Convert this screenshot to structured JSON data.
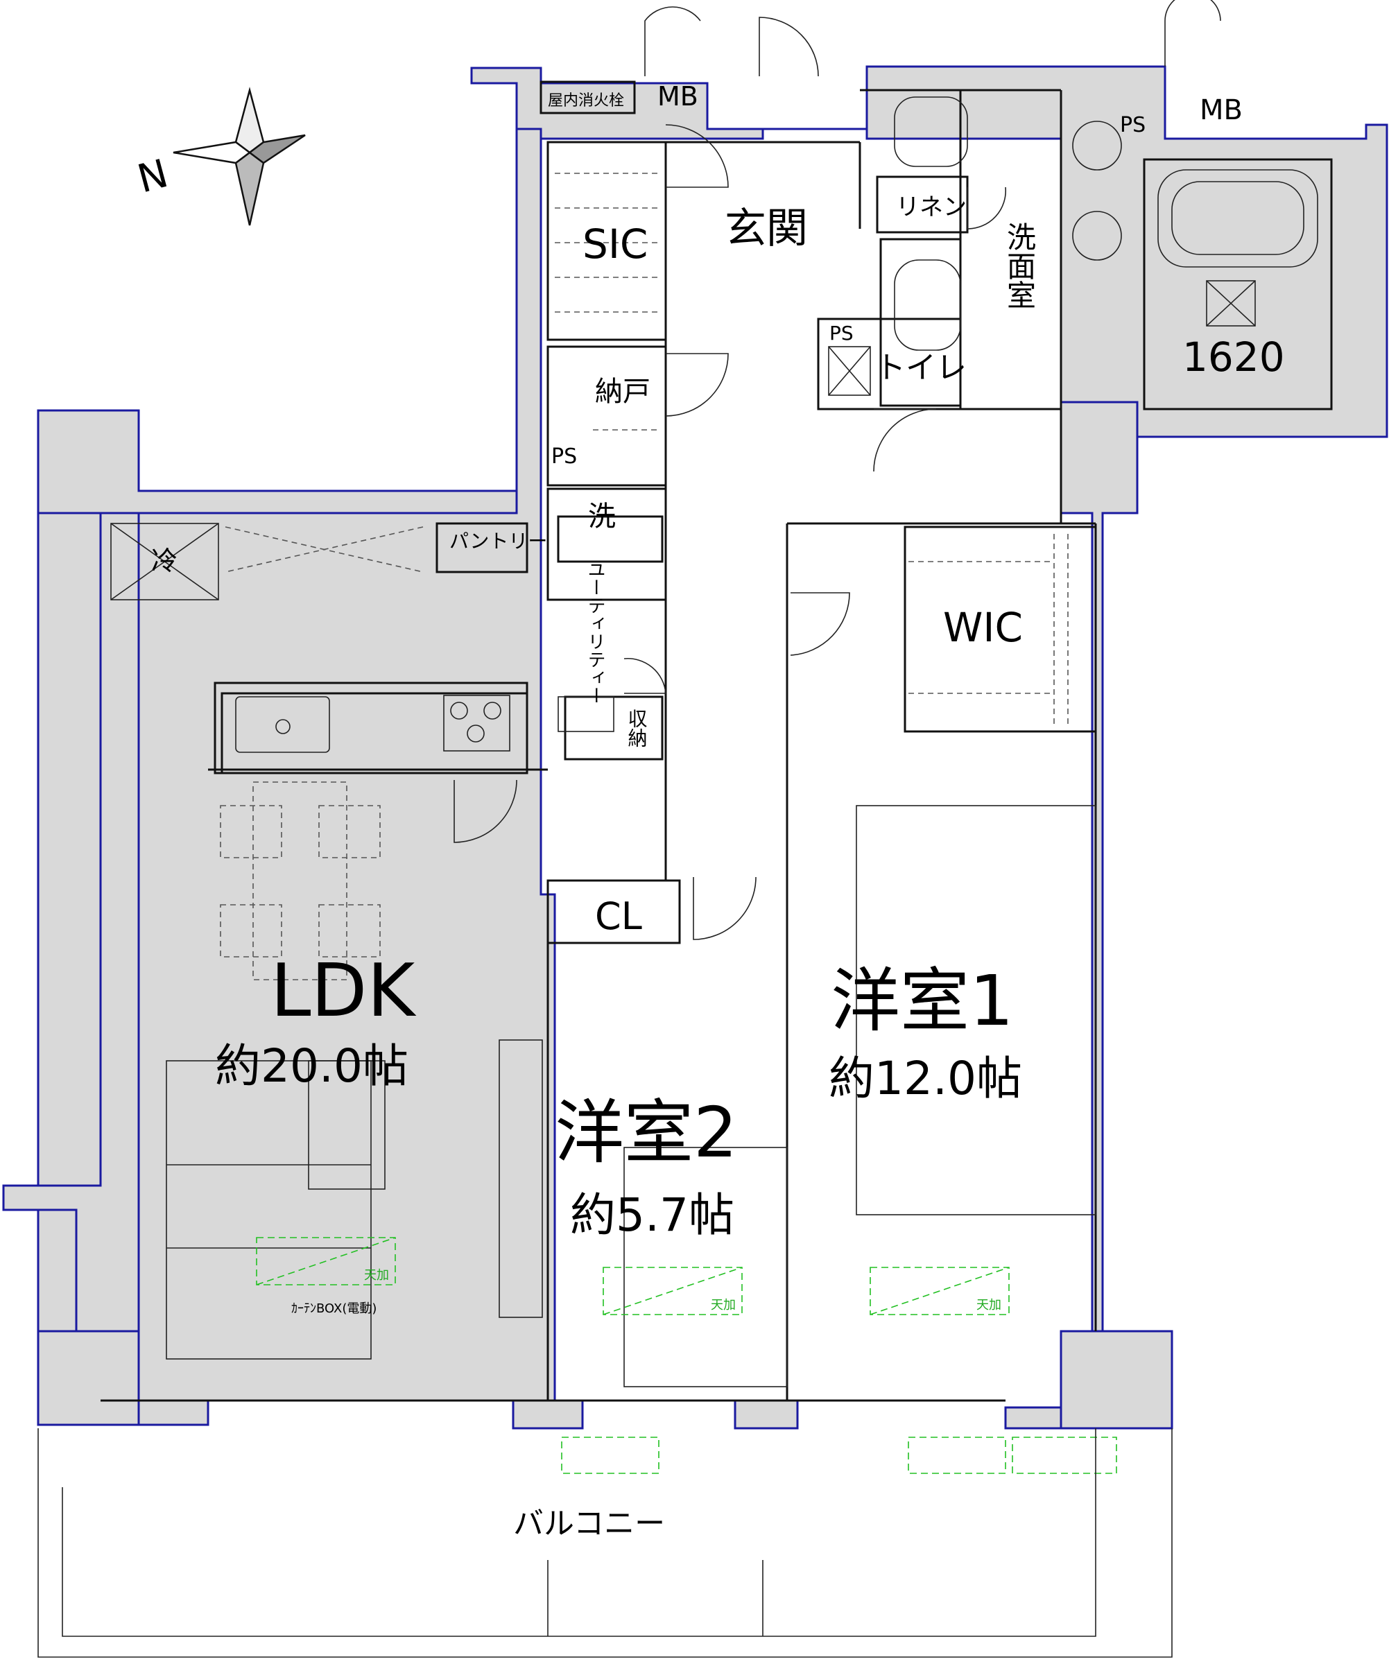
{
  "rooms": {
    "ldk": {
      "name": "LDK",
      "size": "約20.0帖"
    },
    "room1": {
      "name": "洋室1",
      "size": "約12.0帖"
    },
    "room2": {
      "name": "洋室2",
      "size": "約5.7帖"
    },
    "entrance": "玄関",
    "sic": "SIC",
    "storage_nando": "納戸",
    "wic": "WIC",
    "cl": "CL",
    "washroom": "洗面室",
    "toilet": "トイレ",
    "linen": "リネン",
    "bath": "1620",
    "utility": "ユーティリティー",
    "pantry": "パントリー",
    "storage": "収納",
    "washer": "洗",
    "fridge": "冷",
    "balcony": "バルコニー"
  },
  "labels": {
    "mb_left": "MB",
    "mb_right": "MB",
    "fire_hydrant": "屋内消火栓",
    "ps_1": "PS",
    "ps_2": "PS",
    "ps_3": "PS",
    "north": "N",
    "curtain_box": "ｶｰﾃﾝBOX(電動)",
    "ceiling_ac_1": "天加",
    "ceiling_ac_2": "天加",
    "ceiling_ac_3": "天加"
  }
}
